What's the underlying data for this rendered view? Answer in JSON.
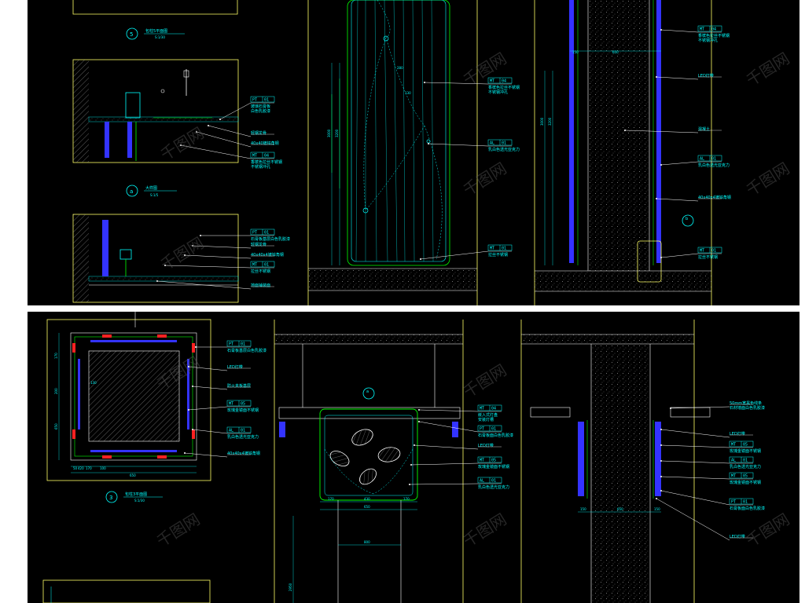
{
  "colors": {
    "background": "#000000",
    "outline": "#ffff66",
    "cyan": "#00ffff",
    "green": "#00ff00",
    "blue": "#3333ff",
    "red": "#ff2222",
    "grey": "#9a9a9a"
  },
  "watermark": {
    "text": "千图网"
  },
  "top": {
    "detail5": {
      "number": "5",
      "title": "包柱5平面图",
      "scale": "S:1/30"
    },
    "detailA": {
      "number": "a",
      "title": "大样图",
      "scale": "S:1/5"
    },
    "callouts_left": [
      {
        "tag": "PT",
        "code": "01",
        "note": "玻璃石膏板\n白色乳胶漆"
      },
      {
        "tag": "",
        "code": "",
        "note": "轻钢龙骨"
      },
      {
        "tag": "",
        "code": "",
        "note": "40x40镀锌角钢"
      },
      {
        "tag": "MT",
        "code": "04",
        "note": "香槟色拉丝不锈钢\n不锈钢冲孔"
      },
      {
        "tag": "PT",
        "code": "01",
        "note": "石膏板基层白色乳胶漆"
      },
      {
        "tag": "",
        "code": "",
        "note": "轻钢龙骨"
      },
      {
        "tag": "",
        "code": "",
        "note": "40x40x4镀锌角钢"
      },
      {
        "tag": "MT",
        "code": "01",
        "note": "拉丝不锈钢"
      },
      {
        "tag": "",
        "code": "",
        "note": "地面铺装面"
      }
    ],
    "elev_mid": {
      "dims": [
        "3000",
        "3200",
        "280",
        "130"
      ],
      "callouts": [
        {
          "tag": "MT",
          "code": "04",
          "note": "香槟色拉丝不锈钢\n不锈钢冲孔"
        },
        {
          "tag": "AL",
          "code": "01",
          "note": "乳白色透光亚克力"
        },
        {
          "tag": "MT",
          "code": "01",
          "note": "拉丝不锈钢"
        }
      ]
    },
    "elev_right": {
      "dims": [
        "150",
        "650",
        "3000",
        "3200"
      ],
      "callouts": [
        {
          "tag": "MT",
          "code": "04",
          "note": "香槟色拉丝不锈钢\n不锈钢冲孔"
        },
        {
          "tag": "",
          "code": "",
          "note": "LED灯带"
        },
        {
          "tag": "",
          "code": "",
          "note": "混凝土"
        },
        {
          "tag": "AL",
          "code": "01",
          "note": "乳白色透光亚克力"
        },
        {
          "tag": "",
          "code": "",
          "note": "40x40x4镀锌角钢"
        },
        {
          "tag": "MT",
          "code": "01",
          "note": "拉丝不锈钢"
        }
      ],
      "marker": "b"
    }
  },
  "bottom": {
    "detail3": {
      "number": "3",
      "title": "包柱3平面图",
      "scale": "S:1/30"
    },
    "plan_dims": [
      "50",
      "420",
      "170",
      "100",
      "650",
      "170",
      "200",
      "650",
      "130"
    ],
    "plan_callouts": [
      {
        "tag": "PT",
        "code": "01",
        "note": "石膏板基层白色乳胶漆"
      },
      {
        "tag": "",
        "code": "",
        "note": "LED灯带"
      },
      {
        "tag": "",
        "code": "",
        "note": "防火夹板基层"
      },
      {
        "tag": "MT",
        "code": "05",
        "note": "玫瑰金镜面不锈钢"
      },
      {
        "tag": "AL",
        "code": "01",
        "note": "乳白色透光亚克力"
      },
      {
        "tag": "",
        "code": "",
        "note": "40x40x4镀锌角钢"
      }
    ],
    "mid_marker": "a",
    "mid_dims": [
      "170",
      "430",
      "170",
      "650",
      "800",
      "2950"
    ],
    "mid_callouts": [
      {
        "tag": "MT",
        "code": "04",
        "note": "嵌入式灯盘\n安装灯槽"
      },
      {
        "tag": "PT",
        "code": "01",
        "note": "石膏板面白色乳胶漆"
      },
      {
        "tag": "",
        "code": "",
        "note": "LED灯带"
      },
      {
        "tag": "MT",
        "code": "05",
        "note": "玫瑰金镜面不锈钢"
      },
      {
        "tag": "AL",
        "code": "01",
        "note": "乳白色透光亚克力"
      }
    ],
    "right_dims": [
      "150",
      "650",
      "150"
    ],
    "right_callouts": [
      {
        "tag": "",
        "code": "",
        "note": "50mm宽黑色线条\n石材墙面白色乳胶漆"
      },
      {
        "tag": "",
        "code": "",
        "note": "LED灯带"
      },
      {
        "tag": "MT",
        "code": "05",
        "note": "玫瑰金镜面不锈钢"
      },
      {
        "tag": "AL",
        "code": "01",
        "note": "乳白色透光亚克力"
      },
      {
        "tag": "MT",
        "code": "05",
        "note": "玫瑰金镜面不锈钢"
      },
      {
        "tag": "PT",
        "code": "01",
        "note": "石膏板面白色乳胶漆"
      },
      {
        "tag": "",
        "code": "",
        "note": "LED灯带"
      }
    ]
  }
}
